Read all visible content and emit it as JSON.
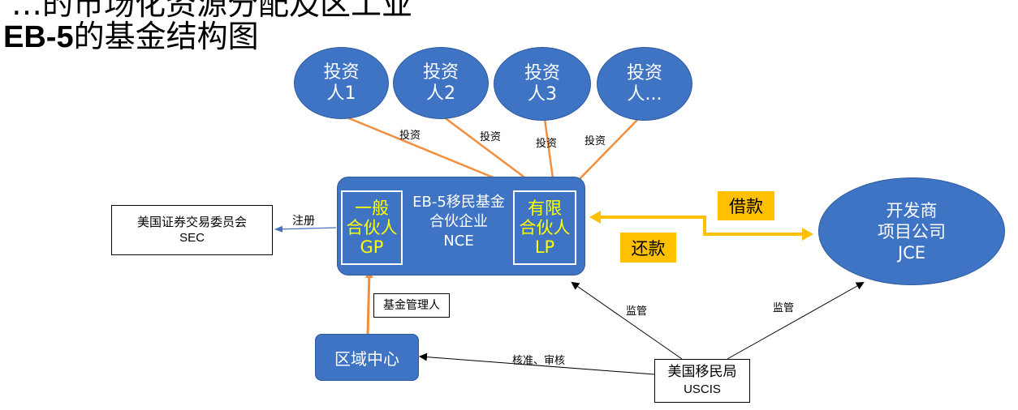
{
  "title": {
    "top_partial": "…的市场化资源分配及区工业",
    "main_bold": "EB-5",
    "main_rest": "的基金结构图"
  },
  "investors": [
    {
      "line1": "投资",
      "line2": "人1"
    },
    {
      "line1": "投资",
      "line2": "人2"
    },
    {
      "line1": "投资",
      "line2": "人3"
    },
    {
      "line1": "投资",
      "line2": "人..."
    }
  ],
  "invest_labels": [
    "投资",
    "投资",
    "投资",
    "投资"
  ],
  "nce": {
    "gp_line1": "一般",
    "gp_line2": "合伙人",
    "gp_line3": "GP",
    "center_line1": "EB-5移民基金",
    "center_line2": "合伙企业",
    "center_line3": "NCE",
    "lp_line1": "有限",
    "lp_line2": "合伙人",
    "lp_line3": "LP"
  },
  "sec": {
    "line1": "美国证券交易委员会",
    "line2": "SEC"
  },
  "register_label": "注册",
  "loan_label": "借款",
  "repay_label": "还款",
  "jce": {
    "line1": "开发商",
    "line2": "项目公司",
    "line3": "JCE"
  },
  "fund_manager_label": "基金管理人",
  "regional_center": "区域中心",
  "approve_label": "核准、审核",
  "supervise_labels": [
    "监管",
    "监管"
  ],
  "uscis": {
    "line1": "美国移民局",
    "line2": "USCIS"
  },
  "colors": {
    "blue": "#3f74c4",
    "orange": "#f28e3c",
    "yellow": "#ffc000",
    "gp_text": "#ffff00"
  }
}
